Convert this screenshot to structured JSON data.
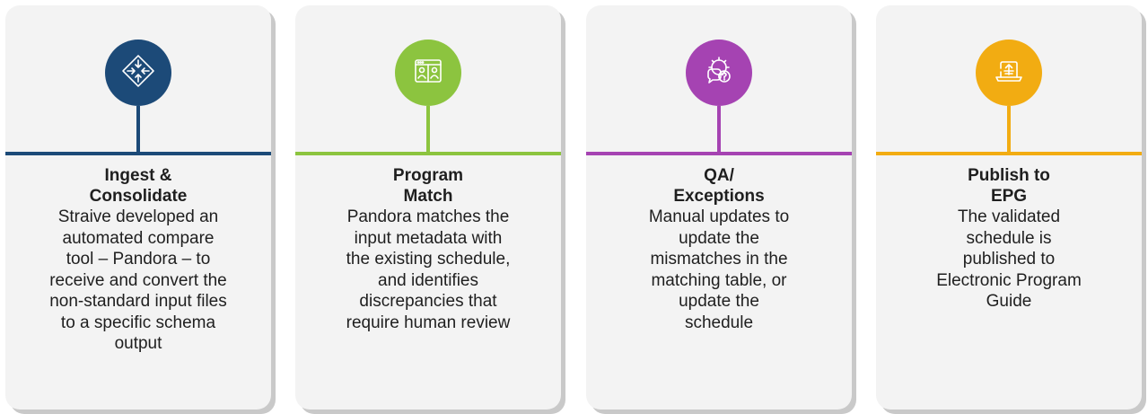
{
  "colors": {
    "ingest": "#1c4a78",
    "match": "#8cc43f",
    "qa": "#a543b2",
    "publish": "#f2ac12"
  },
  "cards": [
    {
      "icon": "consolidate-arrows-icon",
      "title": "Ingest &\nConsolidate",
      "description": "Straive developed an\nautomated compare\ntool – Pandora – to\nreceive and convert the\nnon-standard input files\nto a specific schema\noutput"
    },
    {
      "icon": "profile-compare-icon",
      "title": "Program\nMatch",
      "description": "Pandora matches the\ninput metadata with\nthe existing schedule,\nand identifies\ndiscrepancies that\nrequire human review"
    },
    {
      "icon": "gear-question-chat-icon",
      "title": "QA/\nExceptions",
      "description": "Manual updates to\nupdate the\nmismatches in the\nmatching table, or\nupdate the\nschedule"
    },
    {
      "icon": "laptop-upload-icon",
      "title": "Publish to\nEPG",
      "description": "The validated\nschedule is\npublished to\nElectronic Program\nGuide"
    }
  ]
}
